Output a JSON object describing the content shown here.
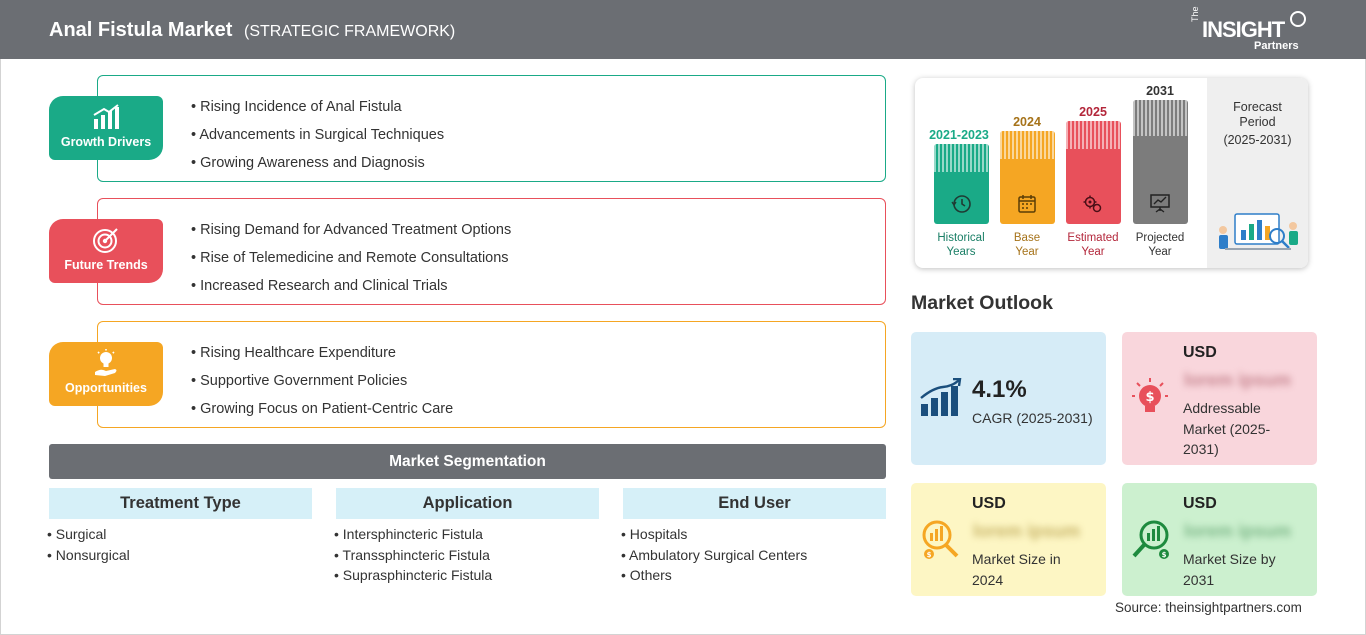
{
  "header": {
    "title": "Anal Fistula Market",
    "subtitle": "(STRATEGIC FRAMEWORK)",
    "logo_the": "The",
    "logo_insight": "INSIGHT",
    "logo_partners": "Partners"
  },
  "framework": [
    {
      "badge": "Growth Drivers",
      "color": "#1aaa87",
      "icon": "growth-chart-icon",
      "items": [
        "Rising Incidence of Anal Fistula",
        "Advancements in Surgical Techniques",
        "Growing Awareness and Diagnosis"
      ]
    },
    {
      "badge": "Future Trends",
      "color": "#e8505b",
      "icon": "target-icon",
      "items": [
        "Rising Demand for Advanced Treatment Options",
        "Rise of Telemedicine and Remote Consultations",
        "Increased Research and Clinical Trials"
      ]
    },
    {
      "badge": "Opportunities",
      "color": "#f5a623",
      "icon": "lightbulb-hand-icon",
      "items": [
        "Rising Healthcare Expenditure",
        "Supportive Government Policies",
        "Growing Focus on Patient-Centric Care"
      ]
    }
  ],
  "segmentation": {
    "title": "Market Segmentation",
    "columns": [
      {
        "heading": "Treatment Type",
        "items": [
          "Surgical",
          "Nonsurgical"
        ]
      },
      {
        "heading": "Application",
        "items": [
          "Intersphincteric Fistula",
          "Transsphincteric Fistula",
          "Suprasphincteric Fistula"
        ]
      },
      {
        "heading": "End User",
        "items": [
          "Hospitals",
          "Ambulatory Surgical Centers",
          "Others"
        ]
      }
    ]
  },
  "timeline": {
    "bars": [
      {
        "year": "2021-2023",
        "label1": "Historical",
        "label2": "Years",
        "color": "#1aaa87",
        "icon": "history-clock-icon"
      },
      {
        "year": "2024",
        "label1": "Base",
        "label2": "Year",
        "color": "#f5a623",
        "icon": "calendar-icon"
      },
      {
        "year": "2025",
        "label1": "Estimated",
        "label2": "Year",
        "color": "#e8505b",
        "icon": "gears-icon"
      },
      {
        "year": "2031",
        "label1": "Projected",
        "label2": "Year",
        "color": "#7c7c7c",
        "icon": "presentation-board-icon"
      }
    ],
    "forecast_line1": "Forecast",
    "forecast_line2": "Period",
    "forecast_line3": "(2025-2031)"
  },
  "outlook": {
    "title": "Market Outlook",
    "cagr_value": "4.1%",
    "cagr_label": "CAGR (2025-2031)",
    "addressable_usd": "USD",
    "addressable_value": "lorem ipsum",
    "addressable_label": "Addressable Market (2025-2031)",
    "size2024_usd": "USD",
    "size2024_value": "lorem ipsum",
    "size2024_label": "Market Size in 2024",
    "size2031_usd": "USD",
    "size2031_value": "lorem ipsum",
    "size2031_label": "Market Size by 2031"
  },
  "source": "Source: theinsightpartners.com"
}
